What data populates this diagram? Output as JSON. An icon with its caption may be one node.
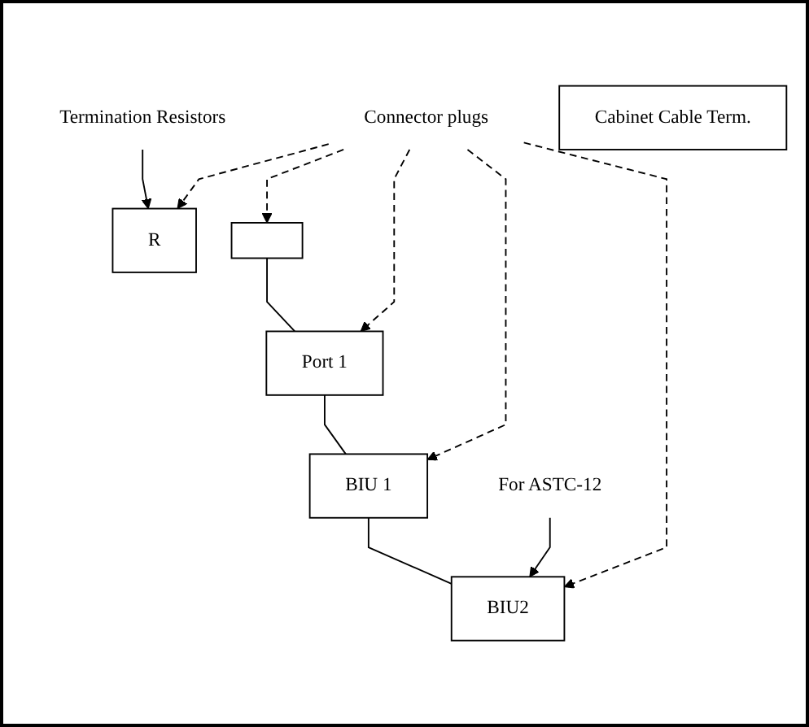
{
  "diagram": {
    "nodes": [
      {
        "text": [
          "Connector plugs"
        ]
      },
      {
        "text": [
          "R"
        ]
      },
      {
        "text": [
          "Cabinet Cable Term."
        ]
      },
      {
        "text": [],
        "shape": "box"
      },
      {
        "text": [
          "Port 1"
        ]
      },
      {
        "text": [
          "BIU 1"
        ]
      },
      {
        "text": [
          "BIU2"
        ]
      },
      {
        "text": [
          "Termination Resistors"
        ]
      },
      {
        "text": [
          "For ASTC-12"
        ]
      }
    ],
    "edges": [
      {
        "from": 0,
        "to": 1,
        "arrow": "to",
        "style": "dashed"
      },
      {
        "from": 0,
        "to": 3,
        "arrow": "to",
        "style": "dashed"
      },
      {
        "from": 0,
        "to": 4,
        "arrow": "to",
        "style": "dashed"
      },
      {
        "from": 0,
        "to": 5,
        "arrow": "to",
        "style": "dashed"
      },
      {
        "from": 0,
        "to": 6,
        "arrow": "to",
        "style": "dashed"
      },
      {
        "from": 3,
        "to": 4,
        "arrow": "none"
      },
      {
        "from": 4,
        "to": 5,
        "arrow": "none"
      },
      {
        "from": 5,
        "to": 6,
        "arrow": "none"
      },
      {
        "from": 7,
        "to": 1,
        "arrow": "to"
      },
      {
        "from": 8,
        "to": 6,
        "arrow": "to"
      }
    ]
  }
}
